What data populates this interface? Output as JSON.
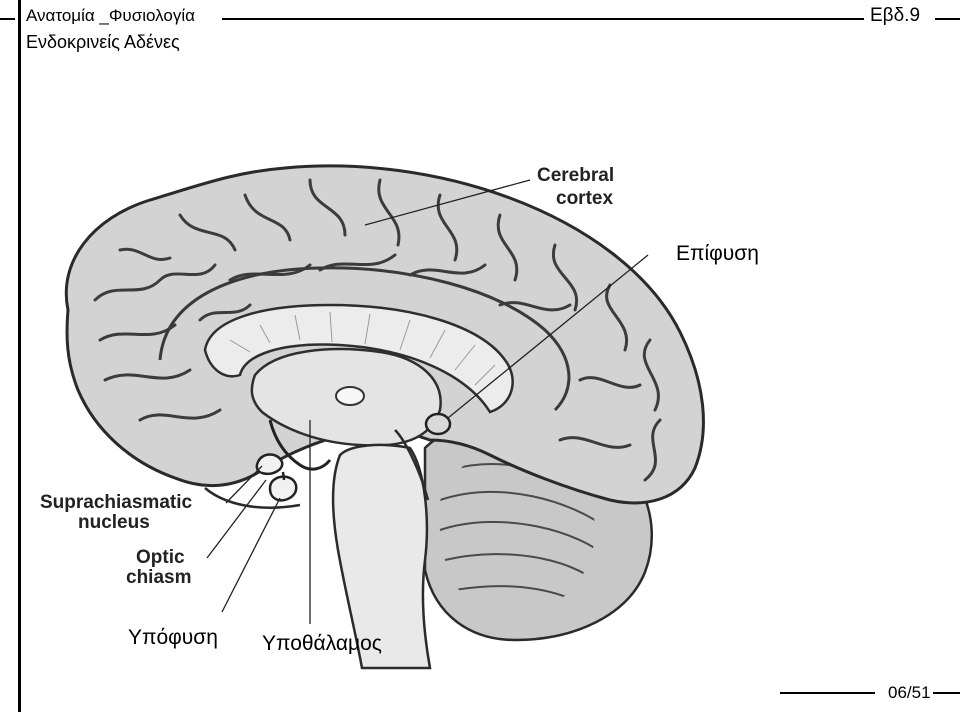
{
  "header": {
    "course_title": "Ανατομία _Φυσιολογία",
    "chapter_title": "Ενδοκρινείς Αδένες",
    "week_label": "Εβδ.9"
  },
  "figure": {
    "labels_en": {
      "cerebral_cortex": [
        "Cerebral",
        "cortex"
      ],
      "suprachiasmatic_nucleus": [
        "Suprachiasmatic",
        "nucleus"
      ],
      "optic_chiasm": [
        "Optic",
        "chiasm"
      ]
    },
    "labels_gr": {
      "pineal": "Επίφυση",
      "pituitary": "Υπόφυση",
      "hypothalamus": "Υποθάλαμος"
    }
  },
  "footer": {
    "page_number": "06/51"
  }
}
